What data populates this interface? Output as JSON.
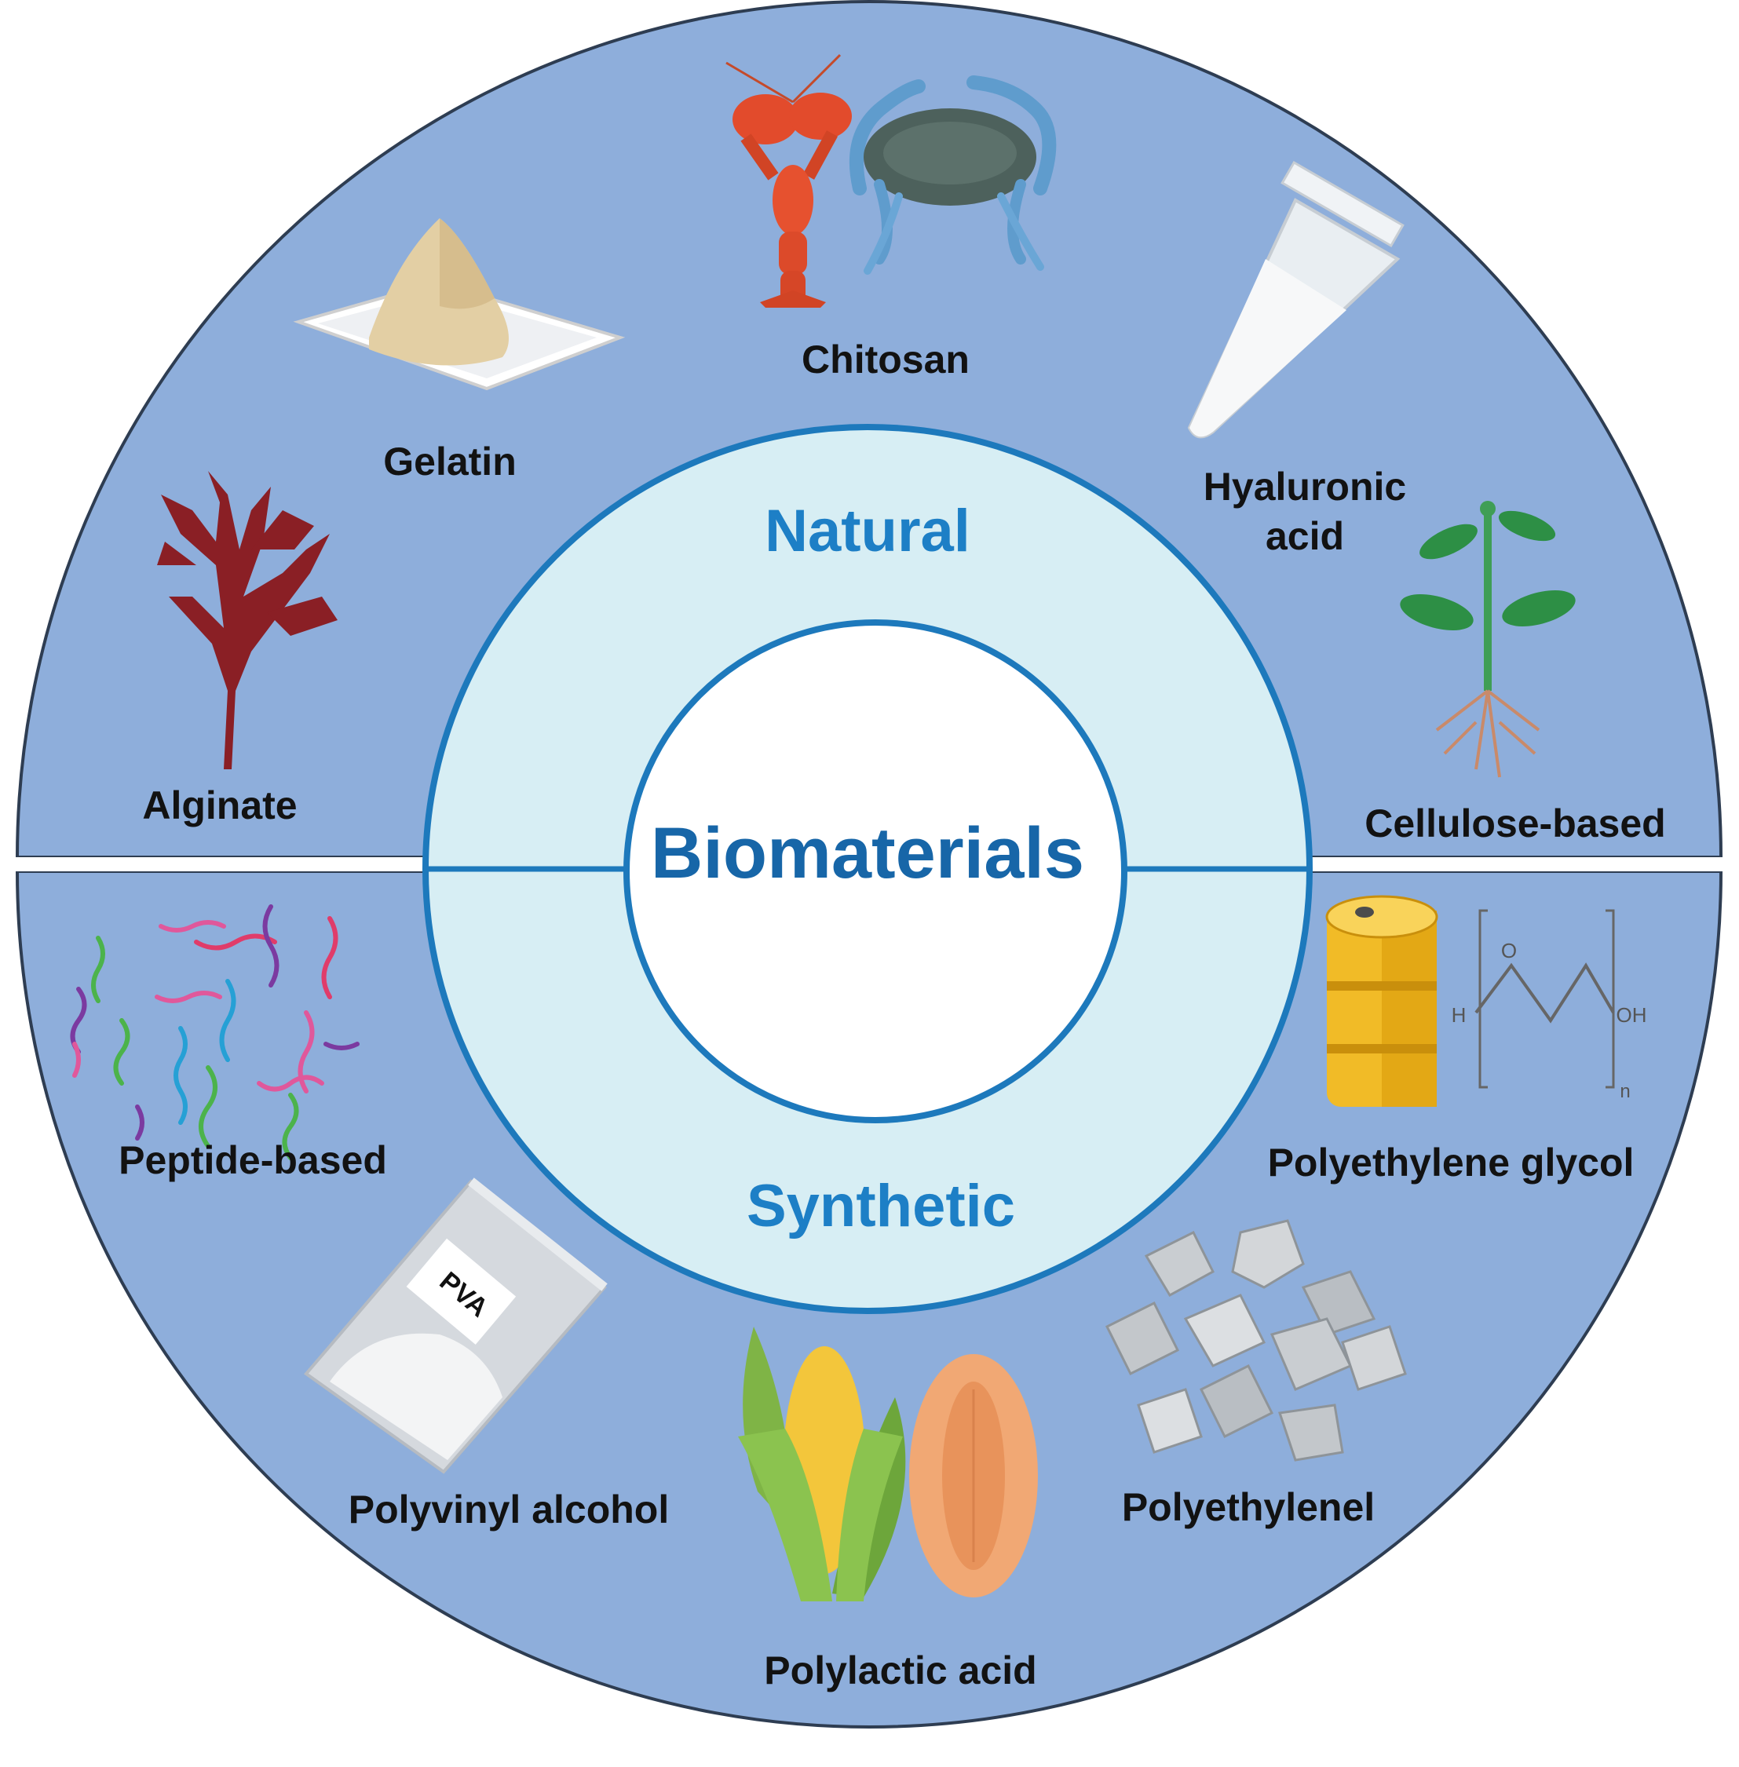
{
  "center": {
    "title": "Biomaterials"
  },
  "ring": {
    "natural_label": "Natural",
    "synthetic_label": "Synthetic"
  },
  "natural": {
    "chitosan": "Chitosan",
    "gelatin": "Gelatin",
    "hyaluronic_line1": "Hyaluronic",
    "hyaluronic_line2": "acid",
    "alginate": "Alginate",
    "cellulose": "Cellulose-based"
  },
  "synthetic": {
    "peptide": "Peptide-based",
    "peg": "Polyethylene glycol",
    "pva": "Polyvinyl alcohol",
    "pe": "Polyethylenel",
    "pla": "Polylactic acid"
  },
  "chem": {
    "o": "O",
    "h": "H",
    "oh": "OH",
    "n": "n"
  },
  "bag_label": "PVA",
  "colors": {
    "outer_fill": "#8eaedb",
    "outer_stroke": "#2e3d52",
    "ring_fill": "#d7eef4",
    "ring_stroke": "#1d79bc",
    "center_fill": "#ffffff",
    "title_color": "#1766a8",
    "ring_text": "#1d7fc6"
  }
}
